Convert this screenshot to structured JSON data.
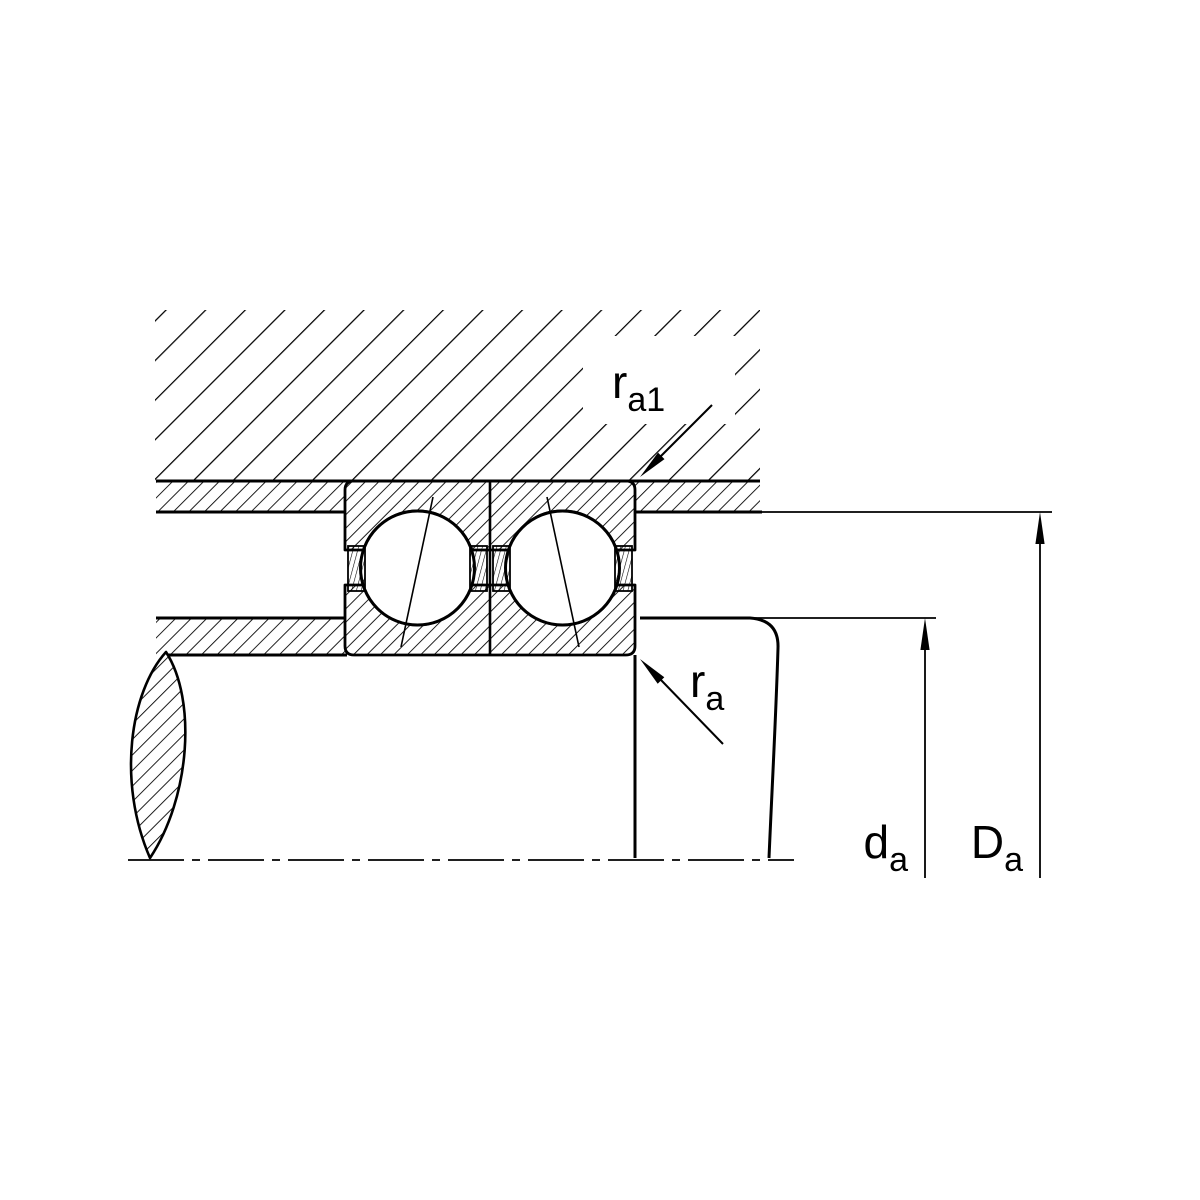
{
  "page": {
    "background": "#ffffff",
    "ink": "#000000"
  },
  "diagram": {
    "type": "technical-drawing",
    "subject": "spindle-bearing-duplex-pair-mounting-cross-section",
    "parts": [
      "housing",
      "angular-contact-bearing-pair",
      "shaft"
    ],
    "dimension_names": [
      "ra1",
      "ra",
      "da",
      "Da"
    ]
  },
  "labels": {
    "ra1": {
      "base": "r",
      "sub": "a1"
    },
    "ra": {
      "base": "r",
      "sub": "a"
    },
    "da": {
      "base": "d",
      "sub": "a"
    },
    "Da": {
      "base": "D",
      "sub": "a"
    }
  }
}
